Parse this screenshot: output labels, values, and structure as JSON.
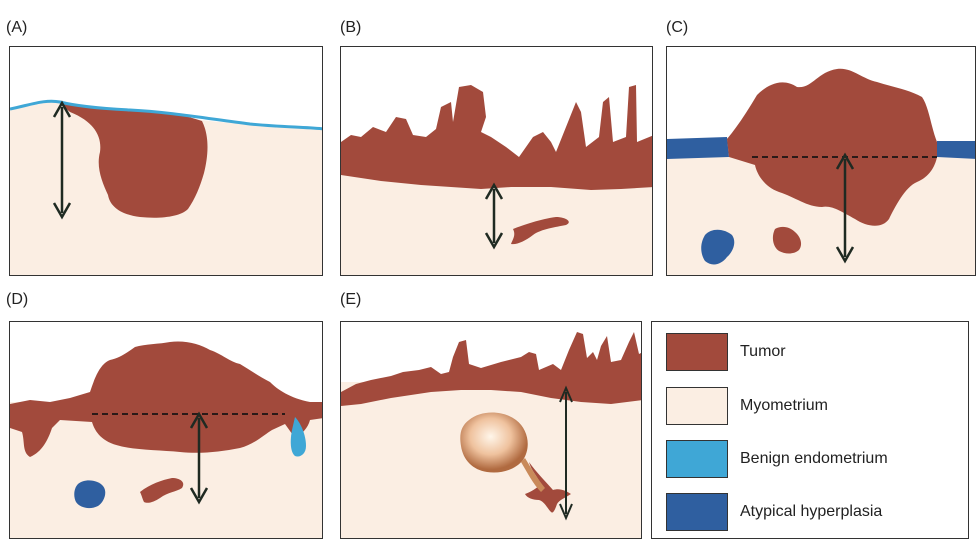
{
  "panels": [
    {
      "id": "A",
      "label": "(A)"
    },
    {
      "id": "B",
      "label": "(B)"
    },
    {
      "id": "C",
      "label": "(C)"
    },
    {
      "id": "D",
      "label": "(D)"
    },
    {
      "id": "E",
      "label": "(E)"
    }
  ],
  "legend": {
    "items": [
      {
        "label": "Tumor",
        "color": "#a24a3c"
      },
      {
        "label": "Myometrium",
        "color": "#fbeee3"
      },
      {
        "label": "Benign endometrium",
        "color": "#3fa7d6"
      },
      {
        "label": "Atypical hyperplasia",
        "color": "#2f5fa0"
      }
    ]
  },
  "colors": {
    "tumor": "#a24a3c",
    "myometrium": "#fbeee3",
    "benign": "#3fa7d6",
    "atypical": "#2f5fa0",
    "arrow": "#1f2a22"
  }
}
